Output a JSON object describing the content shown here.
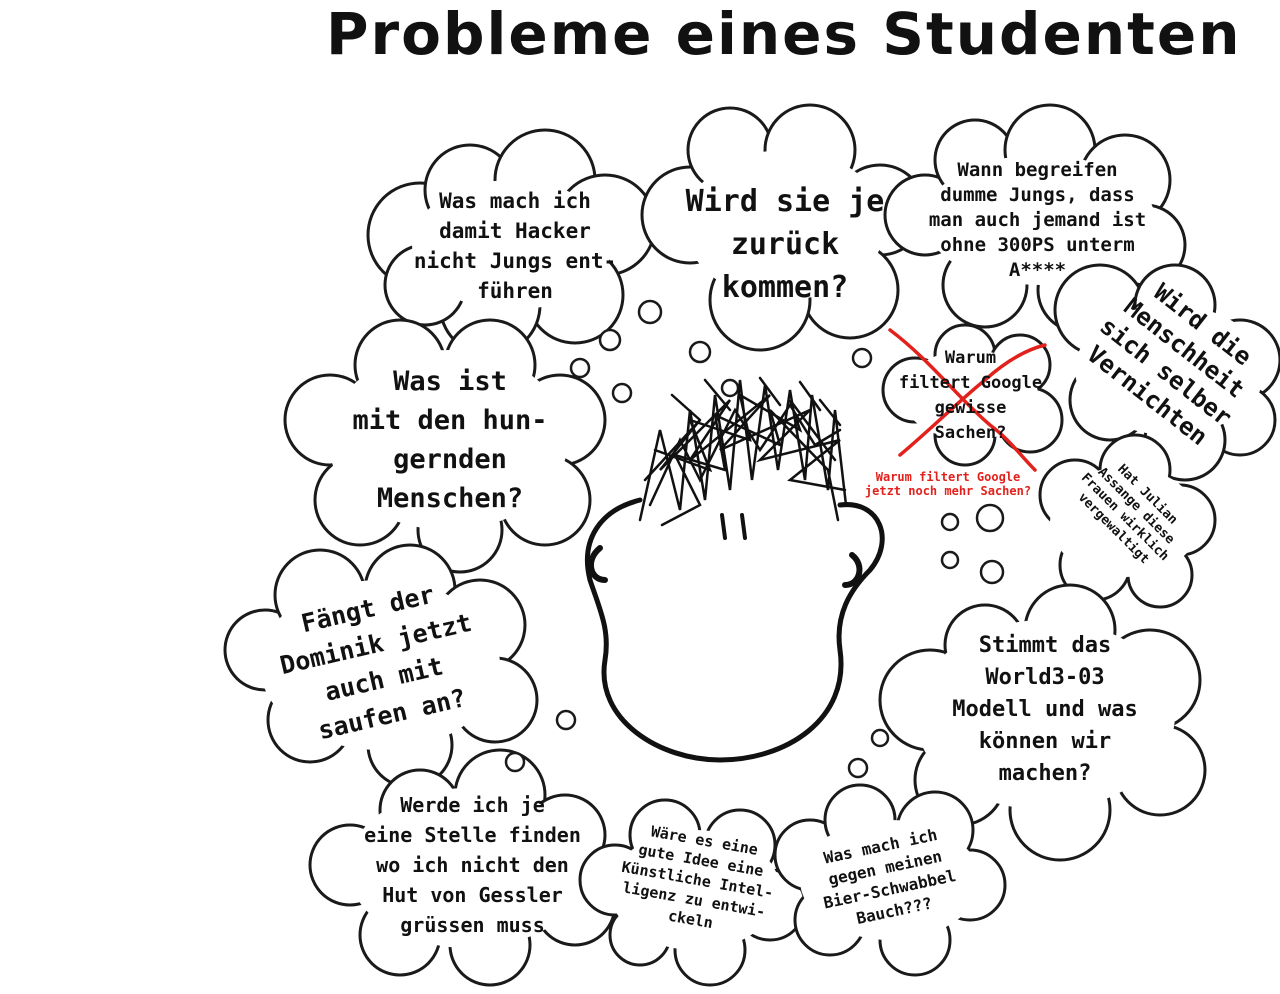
{
  "title": "Probleme eines Studenten",
  "colors": {
    "ink": "#111111",
    "annotation": "#e3211c",
    "background": "#ffffff"
  },
  "thoughts": {
    "hacker": "Was mach ich\ndamit Hacker\nnicht Jungs ent-\nführen",
    "zurueck": "Wird sie je\nzurück\nkommen?",
    "jungs": "Wann begreifen\ndumme Jungs, dass\nman auch jemand ist\nohne 300PS unterm\nA****",
    "menschheit": "Wird die\nMenschheit\nsich selber\nVernichten",
    "google": "Warum\nfiltert Google\ngewisse\nSachen?",
    "google_note": "Warum filtert Google\njetzt noch mehr Sachen?",
    "hunger": "Was ist\nmit den hun-\ngernden\nMenschen?",
    "assange": "Hat Julian\nAssange diese\nFrauen wirklich\nvergewaltigt",
    "dominik": "Fängt der\nDominik jetzt\nauch mit\nsaufen an?",
    "world3": "Stimmt das\nWorld3-03\nModell und was\nkönnen wir\nmachen?",
    "gessler": "Werde ich je\neine Stelle finden\nwo ich nicht den\nHut von Gessler\ngrüssen muss",
    "ki": "Wäre es eine\ngute Idee eine\nKünstliche Intel-\nligenz zu entwi-\nckeln",
    "bauch": "Was mach ich\ngegen meinen\nBier-Schwabbel\nBauch???"
  }
}
